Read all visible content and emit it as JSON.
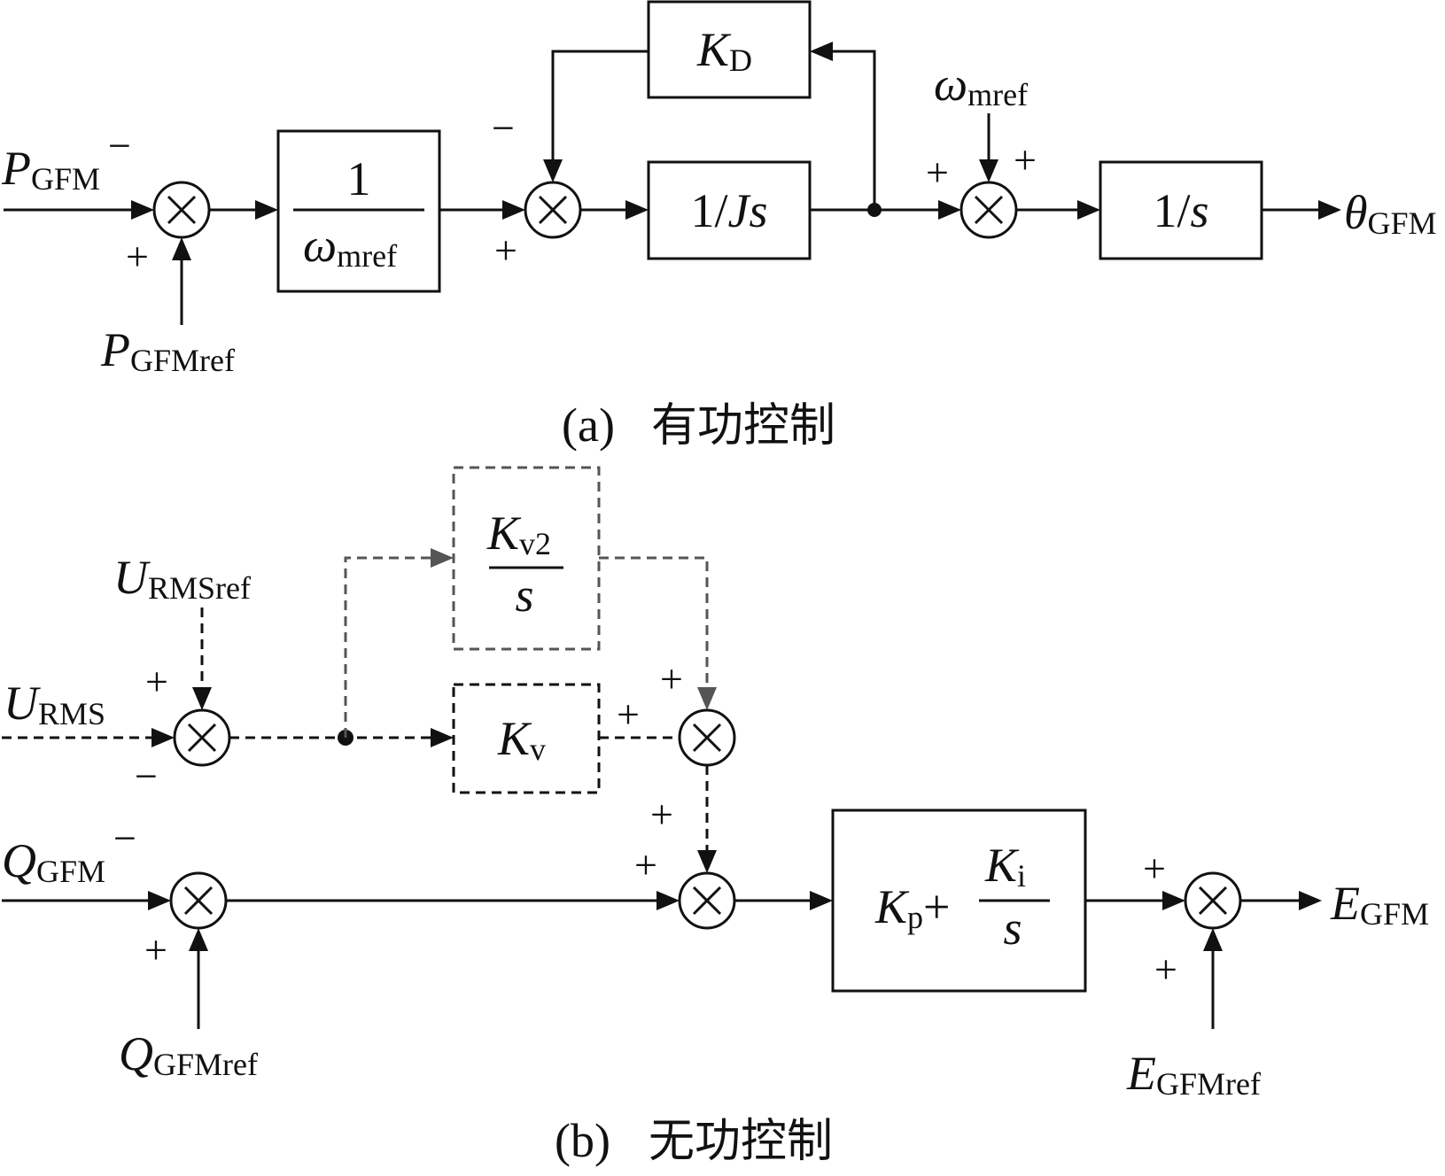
{
  "figure": {
    "panel_a": {
      "caption_label": "(a)",
      "caption_text": "有功控制",
      "inputs": {
        "p_gfm": {
          "main": "P",
          "sub": "GFM",
          "sign": "−"
        },
        "p_gfm_ref": {
          "main": "P",
          "sub": "GFMref",
          "sign": "+"
        },
        "omega_mref_in": {
          "main": "ω",
          "sub": "mref",
          "sign": "+"
        }
      },
      "blocks": {
        "inv_omega": {
          "num": "1",
          "den_main": "ω",
          "den_sub": "mref"
        },
        "kd": {
          "main": "K",
          "sub": "D"
        },
        "inv_js": {
          "prefix": "1/",
          "var": "Js"
        },
        "inv_s": {
          "prefix": "1/",
          "var": "s"
        }
      },
      "signs": {
        "sum2_feedback": "−",
        "sum2_forward": "+",
        "sum3_left": "+"
      },
      "output": {
        "main": "θ",
        "sub": "GFM"
      }
    },
    "panel_b": {
      "caption_label": "(b)",
      "caption_text": "无功控制",
      "inputs": {
        "u_rms": {
          "main": "U",
          "sub": "RMS",
          "sign": "−"
        },
        "u_rms_ref": {
          "main": "U",
          "sub": "RMSref",
          "sign": "+"
        },
        "q_gfm": {
          "main": "Q",
          "sub": "GFM",
          "sign": "−"
        },
        "q_gfm_ref": {
          "main": "Q",
          "sub": "GFMref",
          "sign": "+"
        },
        "e_gfm_ref": {
          "main": "E",
          "sub": "GFMref",
          "sign": "+"
        }
      },
      "blocks": {
        "kv2_over_s": {
          "num_main": "K",
          "num_sub": "v2",
          "den": "s"
        },
        "kv": {
          "main": "K",
          "sub": "v"
        },
        "pi": {
          "kp_main": "K",
          "kp_sub": "p",
          "plus": "+",
          "ki_main": "K",
          "ki_sub": "i",
          "den": "s"
        }
      },
      "signs": {
        "sum5_top": "+",
        "sum5_left": "+",
        "sum7_top": "+",
        "sum7_left": "+",
        "sum8_left": "+"
      },
      "output": {
        "main": "E",
        "sub": "GFM"
      }
    }
  }
}
